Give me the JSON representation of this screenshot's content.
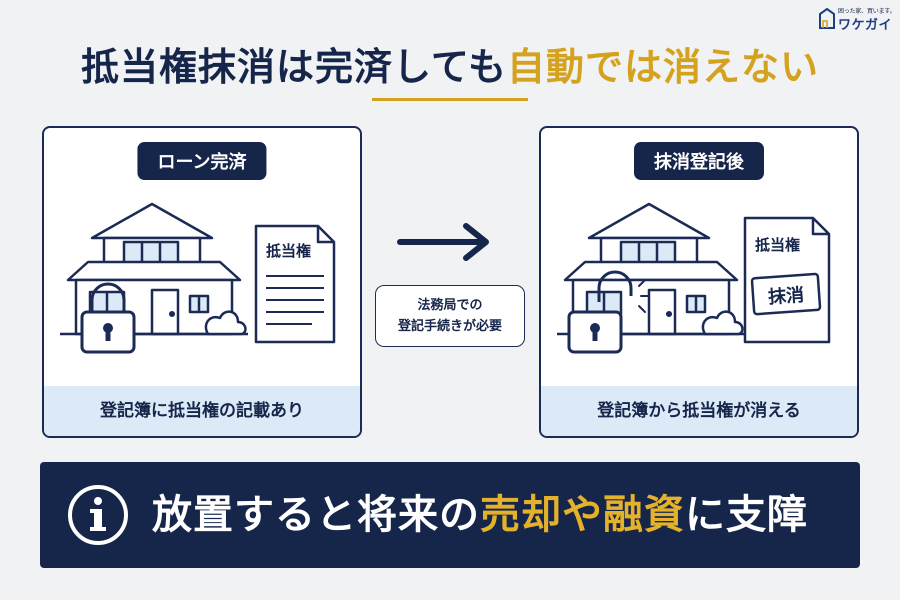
{
  "logo": {
    "tagline": "困った家、買います。",
    "name": "ワケガイ"
  },
  "title": {
    "part1": "抵当権抹消は完済しても",
    "part2": "自動では消えない"
  },
  "left_panel": {
    "badge": "ローン完済",
    "document_title": "抵当権",
    "caption": "登記簿に抵当権の記載あり"
  },
  "middle": {
    "note_line1": "法務局での",
    "note_line2": "登記手続きが必要"
  },
  "right_panel": {
    "badge": "抹消登記後",
    "document_title": "抵当権",
    "stamp": "抹消",
    "caption": "登記簿から抵当権が消える"
  },
  "banner": {
    "part1": "放置すると将来の",
    "part2": "売却や融資",
    "part3": "に支障"
  },
  "colors": {
    "navy": "#16254a",
    "gold": "#d5a21e",
    "caption_bg": "#dce9f7",
    "background": "#f1f2f4"
  },
  "icons": [
    "house-icon",
    "padlock-locked-icon",
    "padlock-unlocked-icon",
    "document-icon",
    "arrow-right-icon",
    "info-icon"
  ]
}
